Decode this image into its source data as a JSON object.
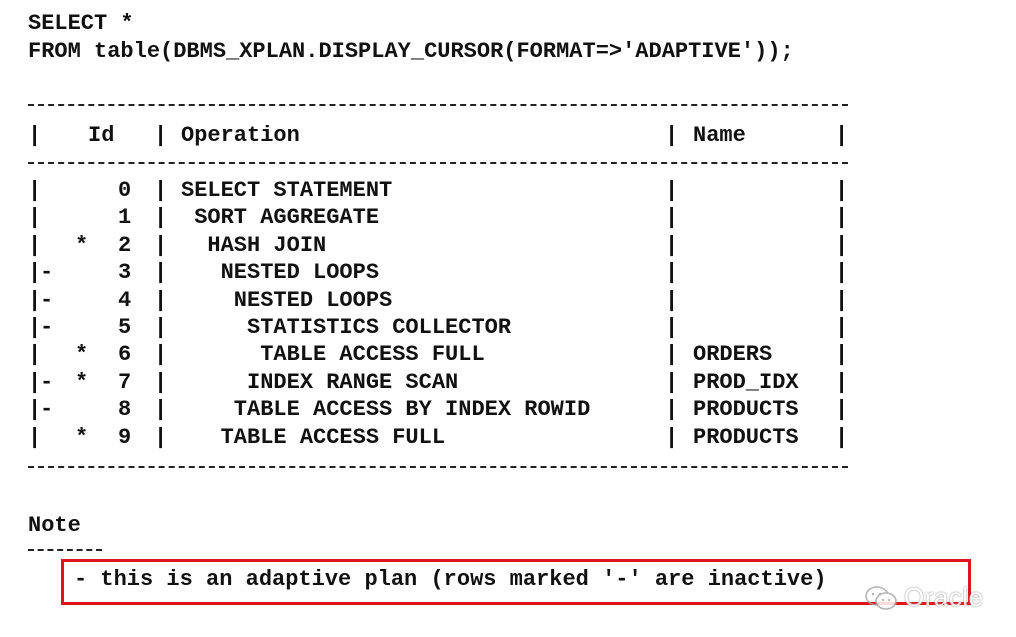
{
  "query": {
    "line1": "SELECT *",
    "line2": "FROM table(DBMS_XPLAN.DISPLAY_CURSOR(FORMAT=>'ADAPTIVE'));"
  },
  "plan_table": {
    "headers": {
      "id": "Id",
      "operation": "Operation",
      "name": "Name"
    },
    "rows": [
      {
        "marker": " ",
        "star": " ",
        "id": "0",
        "operation": "SELECT STATEMENT",
        "name": ""
      },
      {
        "marker": " ",
        "star": " ",
        "id": "1",
        "operation": " SORT AGGREGATE",
        "name": ""
      },
      {
        "marker": " ",
        "star": "*",
        "id": "2",
        "operation": "  HASH JOIN",
        "name": ""
      },
      {
        "marker": "-",
        "star": " ",
        "id": "3",
        "operation": "   NESTED LOOPS",
        "name": ""
      },
      {
        "marker": "-",
        "star": " ",
        "id": "4",
        "operation": "    NESTED LOOPS",
        "name": ""
      },
      {
        "marker": "-",
        "star": " ",
        "id": "5",
        "operation": "     STATISTICS COLLECTOR",
        "name": ""
      },
      {
        "marker": " ",
        "star": "*",
        "id": "6",
        "operation": "      TABLE ACCESS FULL",
        "name": "ORDERS"
      },
      {
        "marker": "-",
        "star": "*",
        "id": "7",
        "operation": "     INDEX RANGE SCAN",
        "name": "PROD_IDX"
      },
      {
        "marker": "-",
        "star": " ",
        "id": "8",
        "operation": "    TABLE ACCESS BY INDEX ROWID",
        "name": "PRODUCTS"
      },
      {
        "marker": " ",
        "star": "*",
        "id": "9",
        "operation": "   TABLE ACCESS FULL",
        "name": "PRODUCTS"
      }
    ]
  },
  "note": {
    "title": "Note",
    "text": "- this is an adaptive plan (rows marked '-' are inactive)"
  },
  "watermark": {
    "icon": "wechat-icon",
    "text": "Oracle"
  },
  "colors": {
    "text": "#111111",
    "highlight_box": "#e0141c"
  }
}
